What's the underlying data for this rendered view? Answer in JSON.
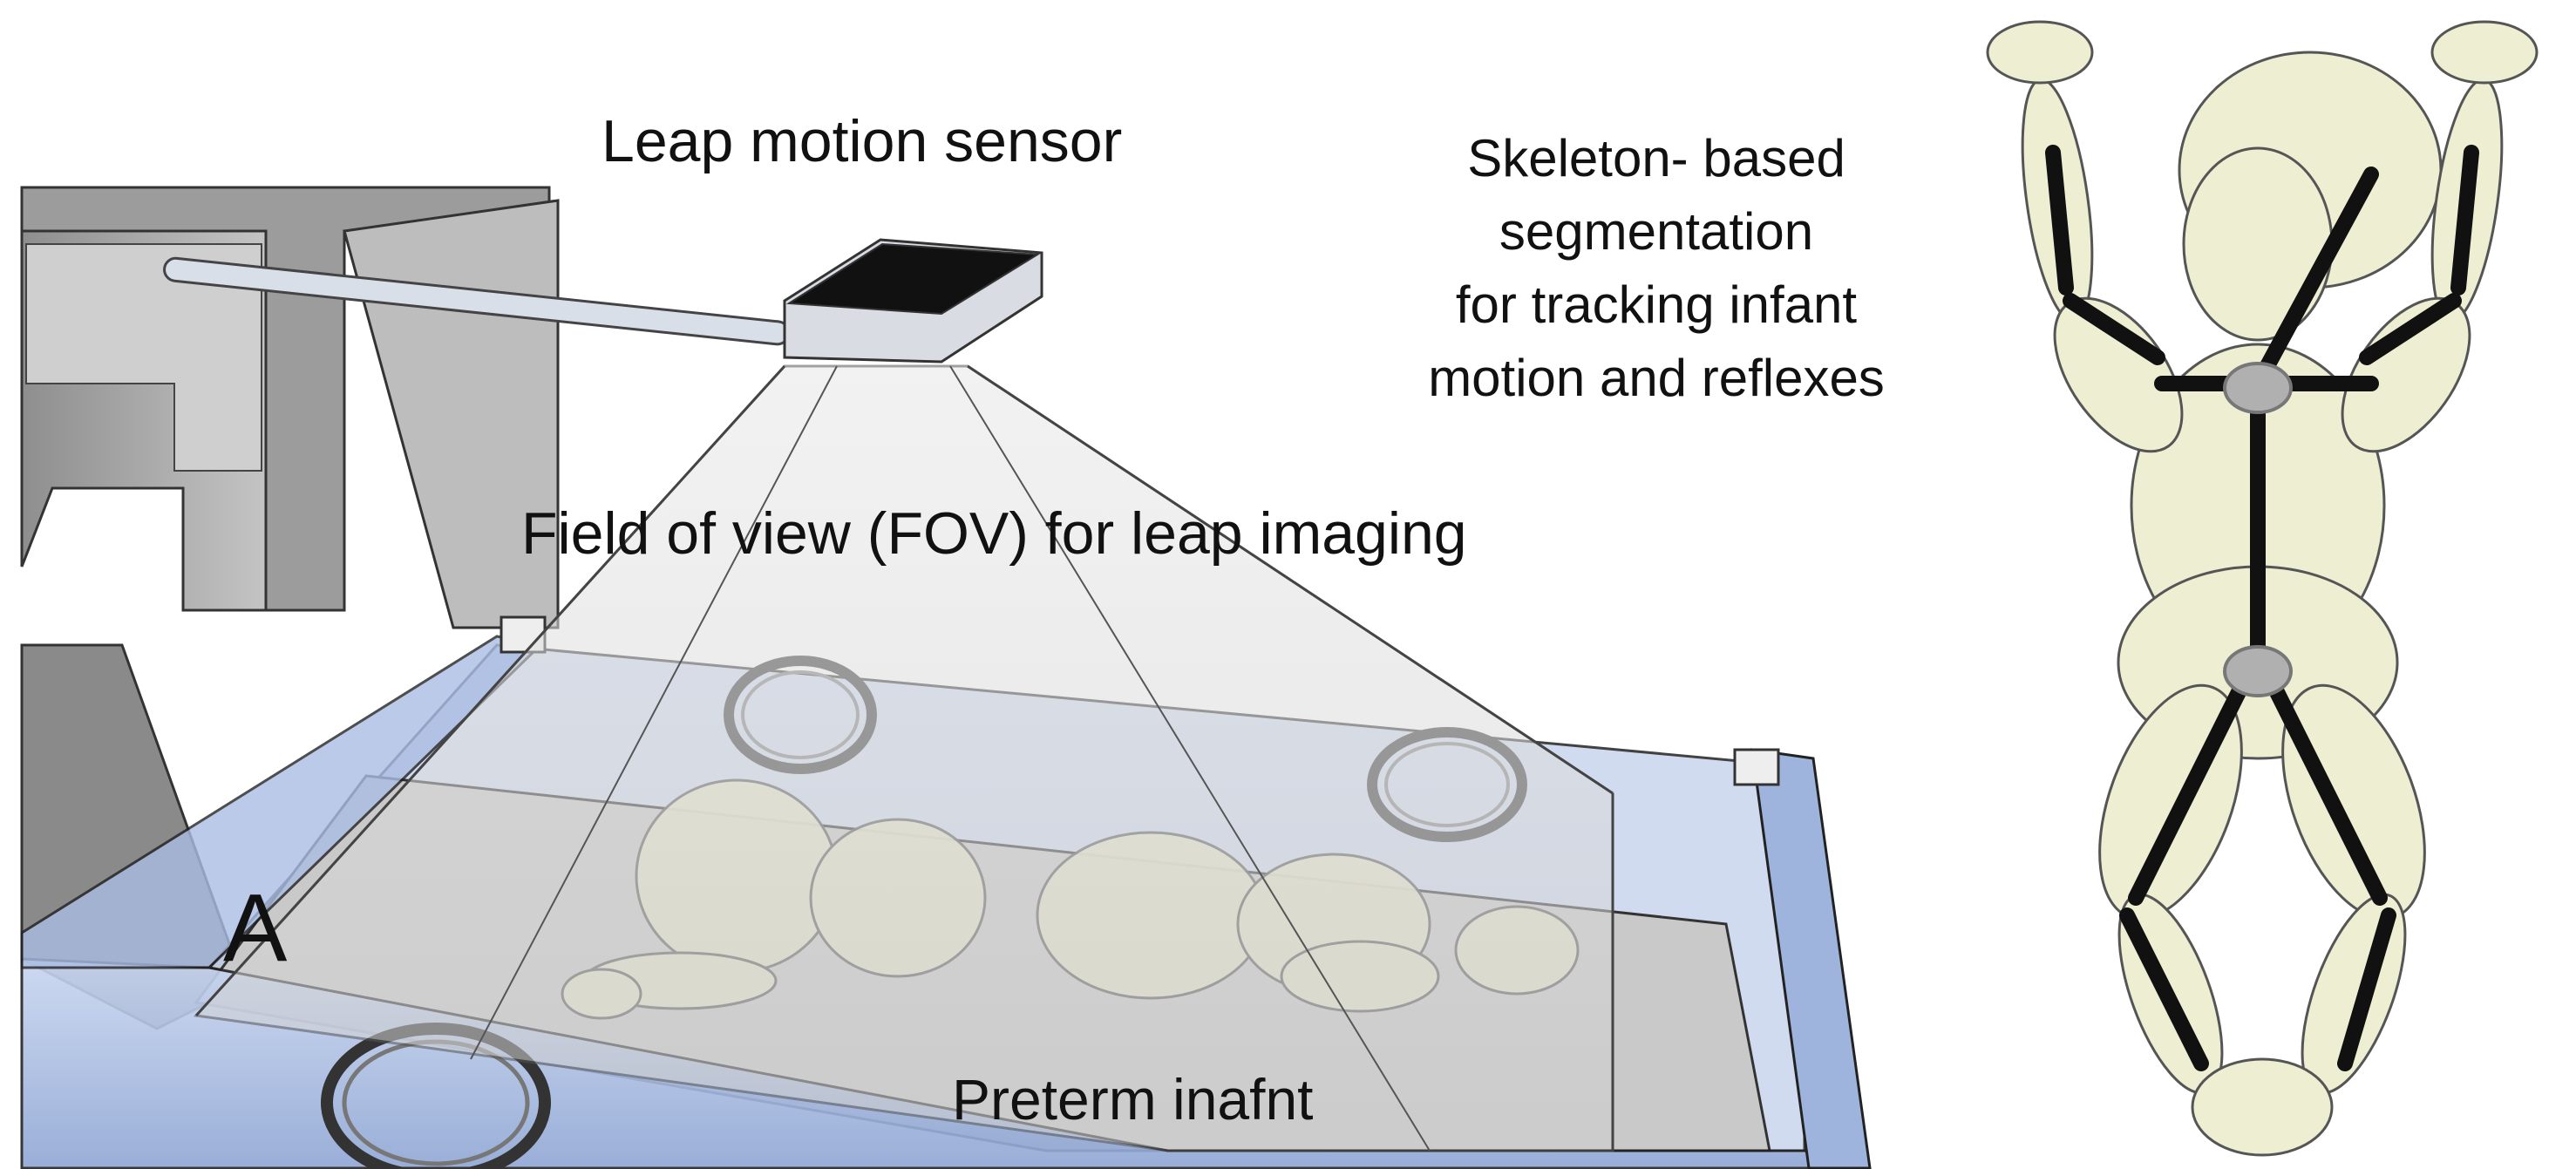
{
  "labels": {
    "sensor": "Leap  motion sensor",
    "fov": "Field of view (FOV) for leap imaging",
    "preterm": "Preterm inafnt",
    "panel_letter": "A",
    "skeleton_lines": [
      "Skeleton-  based",
      "segmentation",
      "for tracking  infant",
      "motion  and  reflexes"
    ]
  },
  "colors": {
    "incubator_blue": "#a9bde3",
    "body_fill": "#eeeed2",
    "skeleton_bone": "#111111",
    "joint": "#b0b0b0",
    "fov_gray": "#d6d6d6"
  }
}
